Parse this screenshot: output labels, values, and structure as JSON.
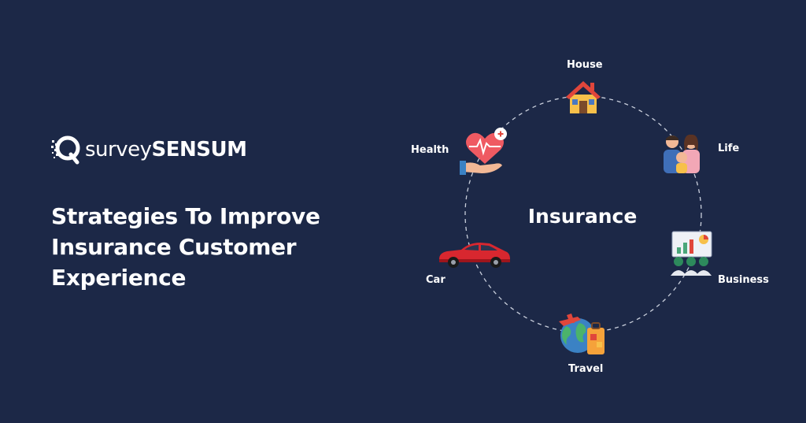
{
  "brand": {
    "name_light": "survey",
    "name_bold": "SENSUM"
  },
  "headline": {
    "line1": "Strategies To Improve",
    "line2": "Insurance Customer",
    "line3": "Experience"
  },
  "diagram": {
    "center": "Insurance",
    "nodes": {
      "house": "House",
      "life": "Life",
      "business": "Business",
      "travel": "Travel",
      "car": "Car",
      "health": "Health"
    }
  },
  "colors": {
    "background": "#1c2847",
    "text": "#ffffff",
    "ring": "#c9cfdc"
  },
  "icons": [
    "house-icon",
    "family-icon",
    "business-chart-icon",
    "globe-luggage-icon",
    "car-icon",
    "heart-hand-icon"
  ]
}
